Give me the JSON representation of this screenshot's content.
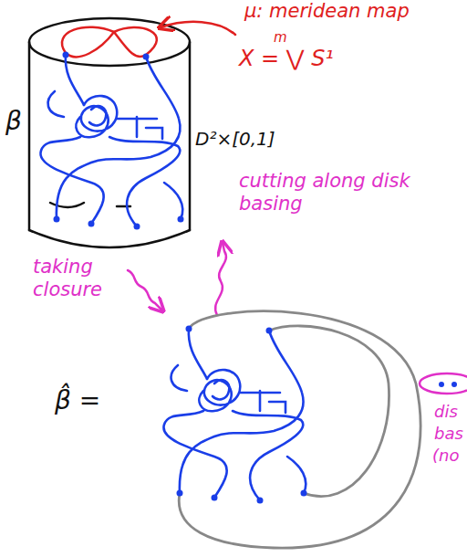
{
  "diagram": {
    "labels": [
      "μ: meridean map",
      "m",
      "X = ⋁ S¹",
      "β",
      "D²×[0,1]",
      "cutting along disk basing",
      "taking closure",
      "β̂ =",
      "dis",
      "bas",
      "(no"
    ]
  }
}
